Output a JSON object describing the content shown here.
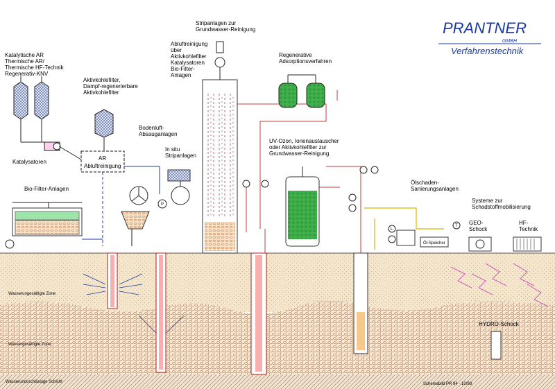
{
  "brand": {
    "name": "PRANTNER",
    "gmbh": "GMBH",
    "subtitle": "Verfahrenstechnik",
    "color": "#1a3aa0"
  },
  "labels": {
    "katalytische": [
      "Katalytische AR",
      "Thermische AR/",
      "Thermische HF-Technik",
      "Regenerativ-KNV"
    ],
    "aktivkohle": [
      "Aktivkohlefilter,",
      "Dampf-regenerierbare",
      "Aktivkohlefilter"
    ],
    "katalysatoren": "Katalysatoren",
    "ar_box": [
      "AR",
      "Abluftreinigung"
    ],
    "biofilter": "Bio-Filter-Anlagen",
    "bodenluft": [
      "Bodenluft-",
      "Absauganlagen"
    ],
    "insitu": [
      "In situ",
      "Stripanlagen"
    ],
    "abluft_tower": [
      "Abluftreinigung",
      "über",
      "Aktivkohlefilter",
      "Katalysatoren",
      "Bio-Filter-",
      "Anlagen"
    ],
    "strip_top": [
      "Stripanlagen zur",
      "Grundwasser-Reinigung"
    ],
    "regenerative": [
      "Regenerative",
      "Adsorptionsverfahren"
    ],
    "uv_ozon": [
      "UV-Ozon, Ionenaustauscher",
      "oder Aktivkohlefilter zur",
      "Grundwasser-Reinigung"
    ],
    "oelschaden": [
      "Ölschaden-",
      "Sanierungsanlagen"
    ],
    "oel_speicher": "Öl-Speicher",
    "systeme": [
      "Systeme zur",
      "Schadstoffmobilisierung"
    ],
    "geo": [
      "GEO-",
      "Schock"
    ],
    "hf": [
      "HF-",
      "Technik"
    ],
    "hydro": "HYDRO-Schock",
    "zone1": "Wasserungesättigte Zone",
    "zone2": "Wassergesättigte Zone",
    "zone3": "Wasserundurchlässige Schicht",
    "valve_p": "P",
    "valve_l": "L",
    "valve_t": "T",
    "footer": "Schemabild PR 94 · 10/98"
  }
}
